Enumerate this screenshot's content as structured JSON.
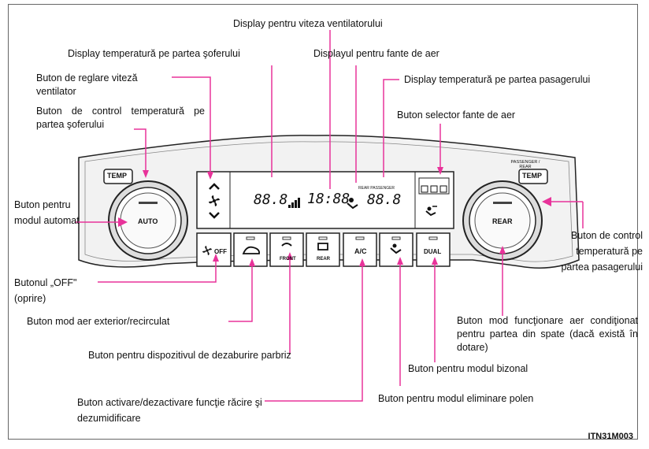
{
  "labels": {
    "fan_speed_display": "Display pentru viteza ventilatorului",
    "driver_temp_display": "Display temperatură pe partea şoferului",
    "air_vent_display": "Displayul pentru fante de aer",
    "fan_speed_button": "Buton de reglare viteză ventilator",
    "passenger_temp_display": "Display temperatură pe partea pasagerului",
    "driver_temp_button": "Buton de control temperatură pe partea şoferului",
    "air_vent_selector": "Buton selector fante de aer",
    "auto_mode_button": "Buton pentru modul automat",
    "passenger_temp_button": "Buton de control temperatură pe partea pasagerului",
    "off_button": "Butonul „OFF\" (oprire)",
    "recirc_button": "Buton mod aer exterior/recirculat",
    "rear_ac_button": "Buton mod funcţionare aer condiţionat pentru partea din spate (dacă există în dotare)",
    "defog_button": "Buton pentru dispozitivul de dezaburire parbriz",
    "dual_button": "Buton pentru modul bizonal",
    "ac_button": "Buton activare/dezactivare funcţie răcire şi dezumidificare",
    "pollen_button": "Buton pentru modul eliminare polen"
  },
  "panel": {
    "left_temp_btn": "TEMP",
    "right_temp_btn": "TEMP",
    "auto_knob": "AUTO",
    "rear_knob": "REAR",
    "passenger_rear_tag": "PASSENGER / REAR",
    "display_driver_temp": "88.8",
    "display_clock": "18:88",
    "display_passenger_temp": "88.8",
    "display_rear_passenger": "REAR PASSENGER",
    "off_btn": "OFF",
    "front_btn": "FRONT",
    "rear_btn": "REAR",
    "ac_btn": "A/C",
    "dual_btn": "DUAL"
  },
  "figure_code": "ITN31M003"
}
